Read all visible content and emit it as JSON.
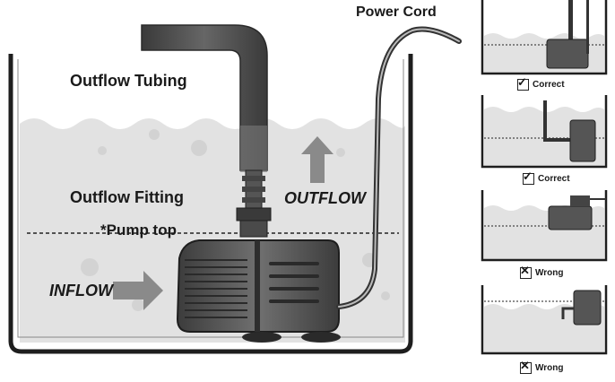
{
  "labels": {
    "power_cord": "Power Cord",
    "outflow_tubing": "Outflow Tubing",
    "outflow_fitting": "Outflow Fitting",
    "pump_top": "*Pump top",
    "outflow": "OUTFLOW",
    "inflow": "INFLOW"
  },
  "examples": [
    {
      "status": "Correct",
      "mark": "✓"
    },
    {
      "status": "Correct",
      "mark": "✓"
    },
    {
      "status": "Wrong",
      "mark": "✕"
    },
    {
      "status": "Wrong",
      "mark": "✕"
    }
  ],
  "colors": {
    "water": "#e4e4e4",
    "tank_outline": "#1e1e1e",
    "tubing": "#4a4a4a",
    "pump_body": "#555555",
    "arrow": "#8a8a8a"
  }
}
